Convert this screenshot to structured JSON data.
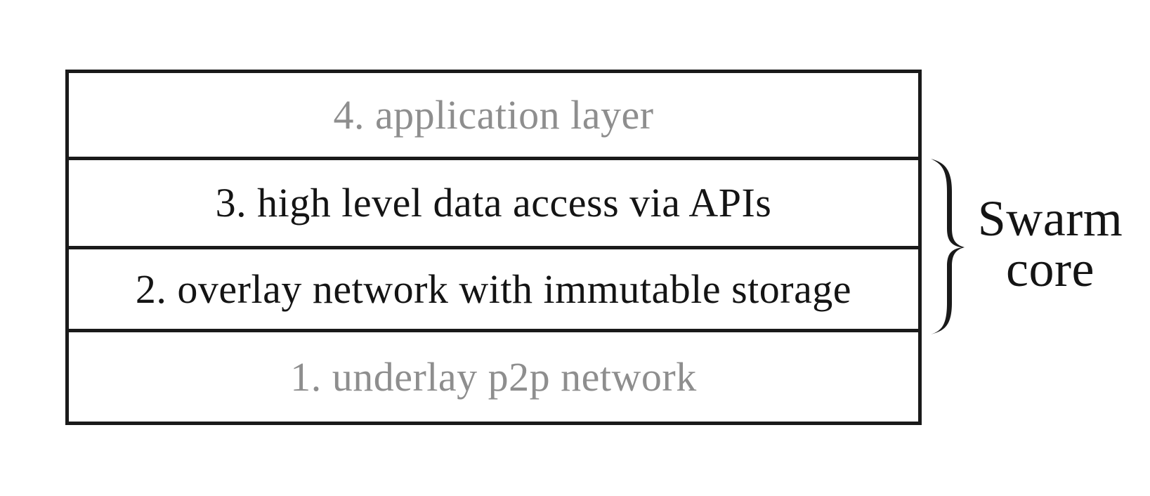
{
  "diagram": {
    "layers": [
      {
        "label": "4. application layer",
        "muted": true
      },
      {
        "label": "3. high level data access via APIs",
        "muted": false
      },
      {
        "label": "2. overlay network with immutable storage",
        "muted": false
      },
      {
        "label": "1. underlay p2p network",
        "muted": true
      }
    ],
    "brace": {
      "label_line1": "Swarm",
      "label_line2": "core"
    },
    "colors": {
      "line": "#1a1a1a",
      "text_primary": "#141414",
      "text_muted": "#8e8e8e",
      "background": "#ffffff"
    }
  }
}
